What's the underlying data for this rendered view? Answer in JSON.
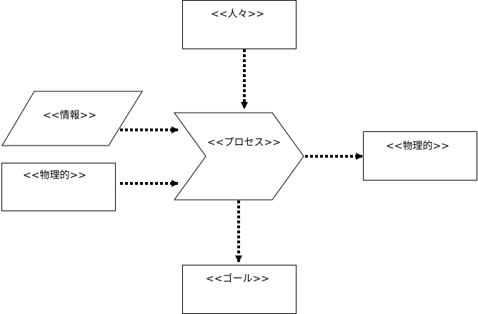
{
  "nodes": {
    "people": {
      "label": "<<人々>>"
    },
    "information": {
      "label": "<<情報>>"
    },
    "physical_input": {
      "label": "<<物理的>>"
    },
    "process": {
      "label": "<<プロセス>>"
    },
    "physical_output": {
      "label": "<<物理的>>"
    },
    "goal": {
      "label": "<<ゴール>>"
    }
  },
  "edges": [
    {
      "from": "people",
      "to": "process",
      "style": "dotted"
    },
    {
      "from": "information",
      "to": "process",
      "style": "dotted"
    },
    {
      "from": "physical_input",
      "to": "process",
      "style": "dotted"
    },
    {
      "from": "process",
      "to": "physical_output",
      "style": "dotted"
    },
    {
      "from": "process",
      "to": "goal",
      "style": "dotted"
    }
  ]
}
